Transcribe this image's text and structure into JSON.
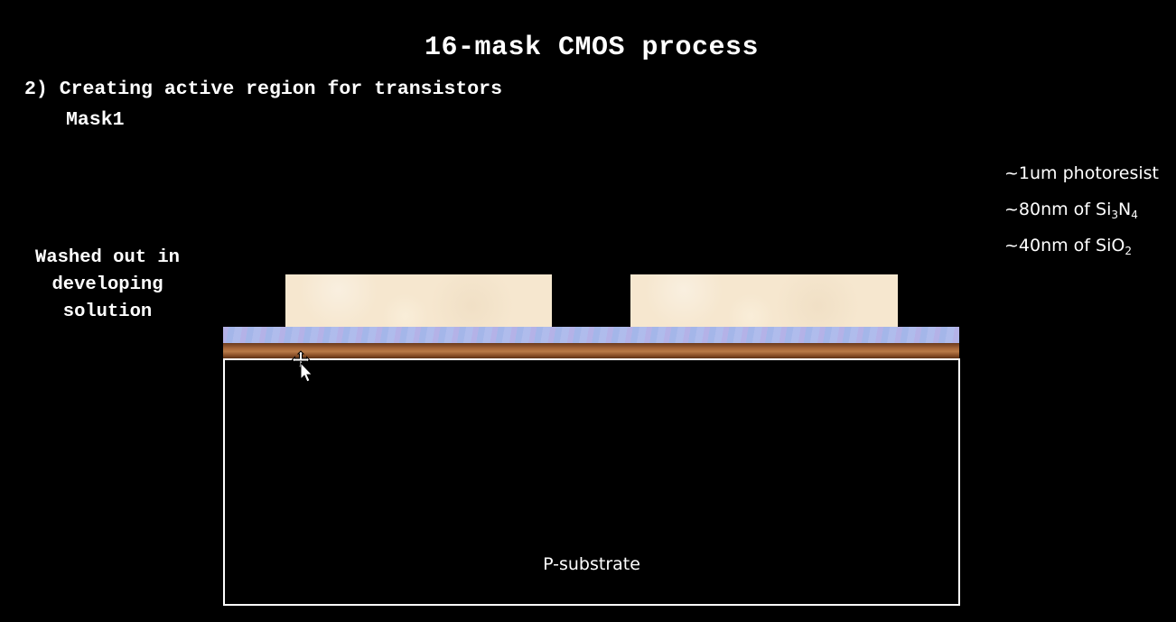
{
  "title": "16-mask CMOS process",
  "step": {
    "heading": "2) Creating active region for transistors",
    "mask": "Mask1"
  },
  "side_note": {
    "lines": [
      "Washed out in",
      "developing",
      "solution"
    ]
  },
  "legend": {
    "photoresist": "~1um photoresist",
    "nitride_prefix": "~80nm of Si",
    "nitride_sub1": "3",
    "nitride_mid": "N",
    "nitride_sub2": "4",
    "oxide_prefix": "~40nm of SiO",
    "oxide_sub": "2"
  },
  "substrate": {
    "label": "P-substrate"
  },
  "colors": {
    "background": "#000000",
    "photoresist": "#f6e7cf",
    "nitride": "#a9b7e8",
    "oxide": "#a8673a",
    "text": "#ffffff"
  },
  "icons": {
    "cursor": "move-cursor-icon"
  }
}
